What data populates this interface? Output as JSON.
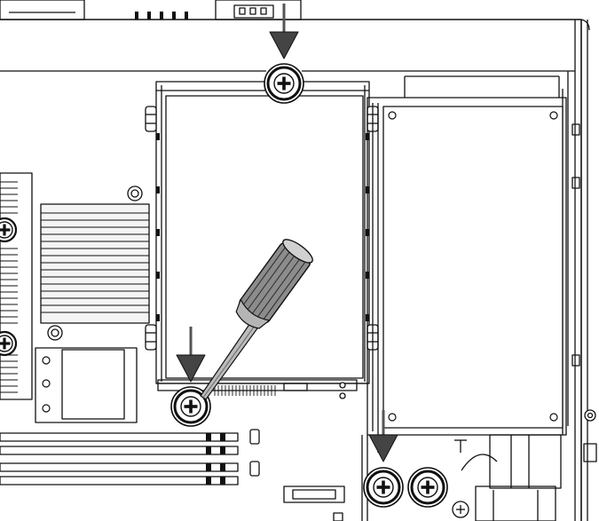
{
  "diagram": {
    "subject": "hard-drive-removal-screws",
    "colors": {
      "line": "#111111",
      "background": "#ffffff",
      "arrow": "#555555",
      "screwdriver_handle": "#8c8c8c",
      "heatsink_fill": "#f4f4f4"
    },
    "screws_highlighted": 3,
    "arrows": 3,
    "tool": "screwdriver"
  }
}
